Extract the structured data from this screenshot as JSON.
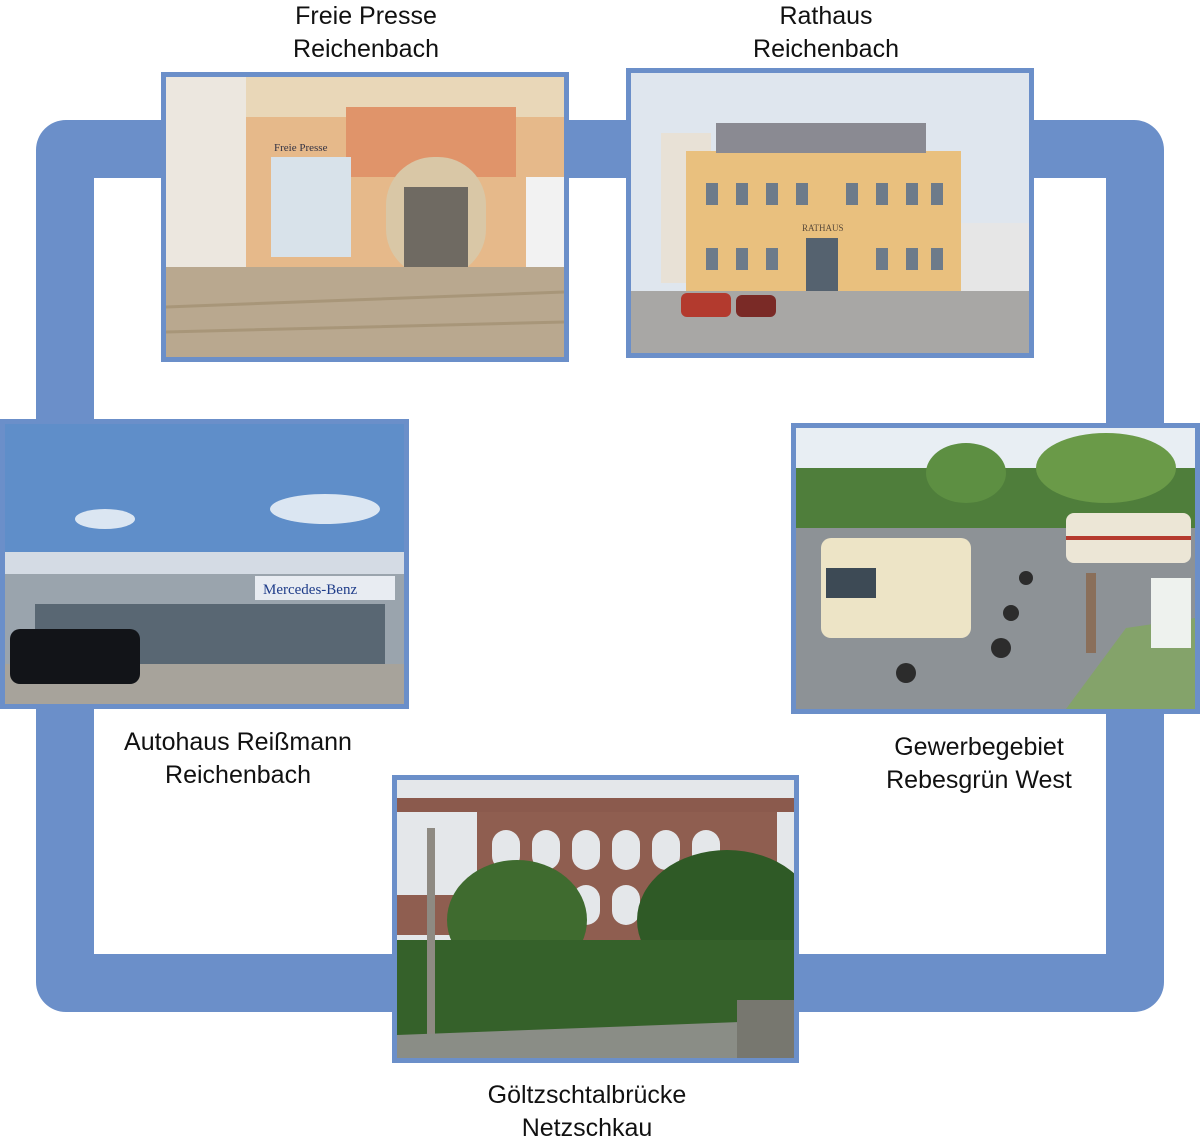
{
  "colors": {
    "ring": "#6b8fc9",
    "frame": "#6b8fc9",
    "background": "#ffffff"
  },
  "stops": {
    "freie_presse": {
      "line1": "Freie Presse",
      "line2": "Reichenbach",
      "photo_sign": "Freie Presse"
    },
    "rathaus": {
      "line1": "Rathaus",
      "line2": "Reichenbach",
      "photo_sign": "RATHAUS"
    },
    "autohaus": {
      "line1": "Autohaus Reißmann",
      "line2": "Reichenbach",
      "photo_sign": "Mercedes-Benz"
    },
    "gewerbegebiet": {
      "line1": "Gewerbegebiet",
      "line2": "Rebesgrün West"
    },
    "goeltzsch": {
      "line1": "Göltzschtalbrücke",
      "line2": "Netzschkau"
    }
  }
}
